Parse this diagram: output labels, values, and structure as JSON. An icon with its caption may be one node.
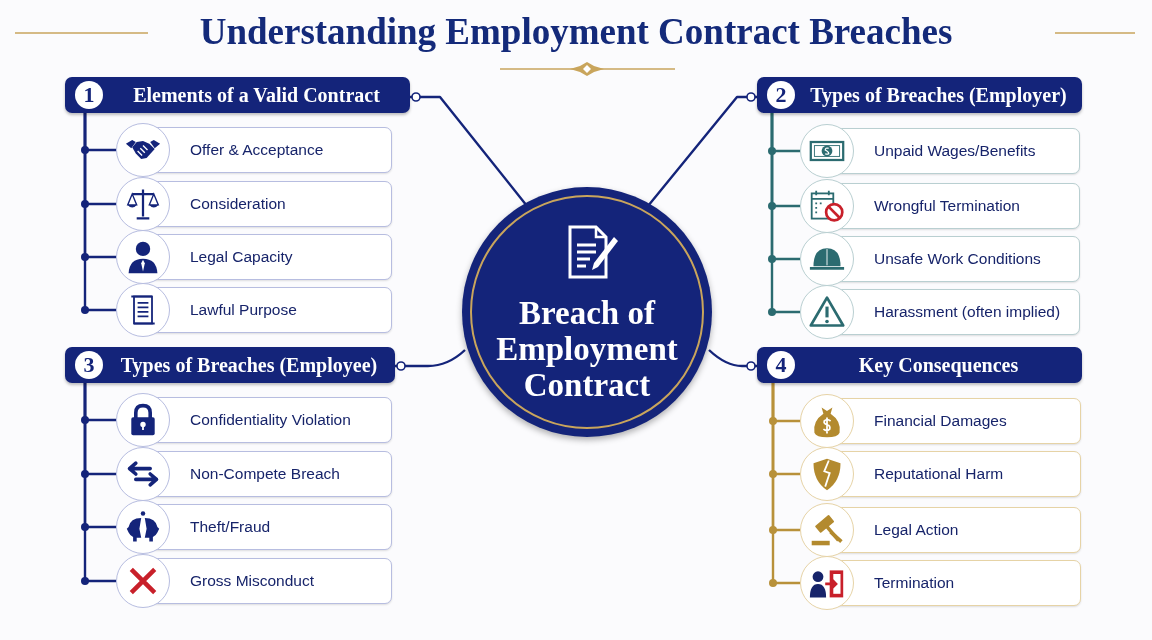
{
  "diagram": {
    "title": "Understanding Employment Contract Breaches",
    "nodes": [
      {
        "text": [
          "Breach of Employment Contract"
        ]
      },
      {
        "text": [
          "1",
          "Elements of a Valid Contract"
        ]
      },
      {
        "text": [
          "Offer & Acceptance"
        ]
      },
      {
        "text": [
          "Consideration"
        ]
      },
      {
        "text": [
          "Legal Capacity"
        ]
      },
      {
        "text": [
          "Lawful Purpose"
        ]
      },
      {
        "text": [
          "2",
          "Types of Breaches (Employer)"
        ]
      },
      {
        "text": [
          "Unpaid Wages/Benefits"
        ]
      },
      {
        "text": [
          "Wrongful Termination"
        ]
      },
      {
        "text": [
          "Unsafe Work Conditions"
        ]
      },
      {
        "text": [
          "Harassment (often implied)"
        ]
      },
      {
        "text": [
          "3",
          "Types of Breaches (Employee)"
        ]
      },
      {
        "text": [
          "Confidentiality Violation"
        ]
      },
      {
        "text": [
          "Non-Compete Breach"
        ]
      },
      {
        "text": [
          "Theft/Fraud"
        ]
      },
      {
        "text": [
          "Gross Misconduct"
        ]
      },
      {
        "text": [
          "4",
          "Key Consequences"
        ]
      },
      {
        "text": [
          "Financial Damages"
        ]
      },
      {
        "text": [
          "Reputational Harm"
        ]
      },
      {
        "text": [
          "Legal Action"
        ]
      },
      {
        "text": [
          "Termination"
        ]
      }
    ],
    "edges": [
      {
        "from": 0,
        "to": 1,
        "arrow": "other"
      },
      {
        "from": 0,
        "to": 6,
        "arrow": "other"
      },
      {
        "from": 0,
        "to": 11,
        "arrow": "other"
      },
      {
        "from": 0,
        "to": 16,
        "arrow": "other"
      },
      {
        "from": 1,
        "to": 2,
        "arrow": "none"
      },
      {
        "from": 1,
        "to": 3,
        "arrow": "none"
      },
      {
        "from": 1,
        "to": 4,
        "arrow": "none"
      },
      {
        "from": 1,
        "to": 5,
        "arrow": "none"
      },
      {
        "from": 6,
        "to": 7,
        "arrow": "none",
        "color": "#2b6b70"
      },
      {
        "from": 6,
        "to": 8,
        "arrow": "none",
        "color": "#2b6b70"
      },
      {
        "from": 6,
        "to": 9,
        "arrow": "none",
        "color": "#2b6b70"
      },
      {
        "from": 6,
        "to": 10,
        "arrow": "none",
        "color": "#2b6b70"
      },
      {
        "from": 11,
        "to": 12,
        "arrow": "none"
      },
      {
        "from": 11,
        "to": 13,
        "arrow": "none"
      },
      {
        "from": 11,
        "to": 14,
        "arrow": "none"
      },
      {
        "from": 11,
        "to": 15,
        "arrow": "none"
      },
      {
        "from": 16,
        "to": 17,
        "arrow": "none",
        "color": "#b8913a"
      },
      {
        "from": 16,
        "to": 18,
        "arrow": "none",
        "color": "#b8913a"
      },
      {
        "from": 16,
        "to": 19,
        "arrow": "none",
        "color": "#b8913a"
      },
      {
        "from": 16,
        "to": 20,
        "arrow": "none",
        "color": "#b8913a"
      }
    ]
  }
}
